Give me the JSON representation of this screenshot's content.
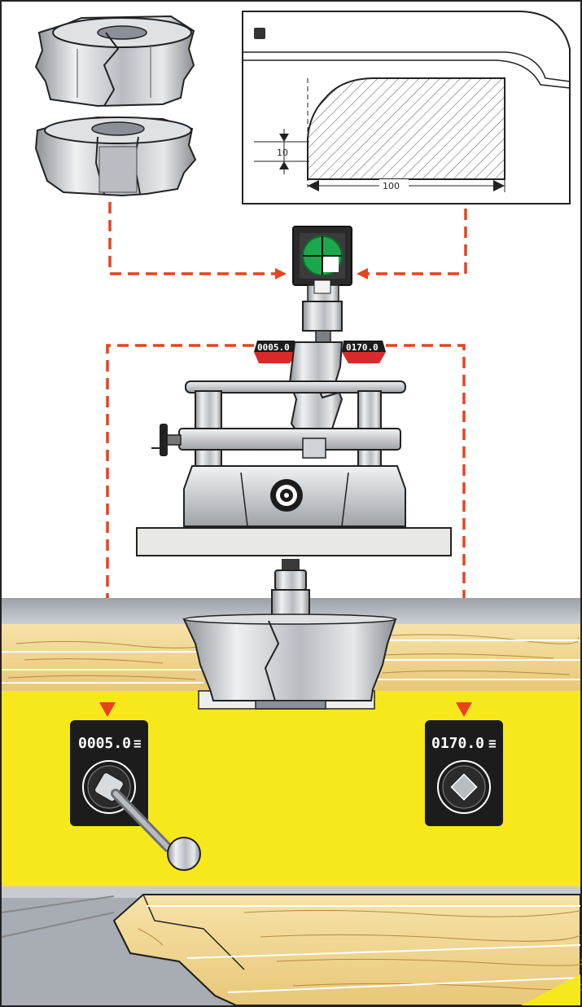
{
  "drawing": {
    "dim_height": "10",
    "dim_width": "100"
  },
  "gauge": {
    "left_readout": "0005.0",
    "right_readout": "0170.0"
  },
  "machine": {
    "left_display": "0005.0",
    "right_display": "0170.0"
  },
  "colors": {
    "frame": "#222222",
    "arrow_red": "#e8421e",
    "yellow_panel": "#f7e81c",
    "wood_light": "#f3d993",
    "wood_dark": "#c89a4a",
    "metal_light": "#e2e4e6",
    "metal_mid": "#a9adb2",
    "gauge_green": "#1aa84a",
    "display_dark": "#1c1c1c",
    "readout_red": "#d92a2a"
  },
  "icons": [
    "cutter-head-icon",
    "profile-drawing-icon",
    "optical-viewer-icon",
    "setting-stand-icon",
    "spindle-icon",
    "hand-crank-icon",
    "square-drive-icon"
  ]
}
